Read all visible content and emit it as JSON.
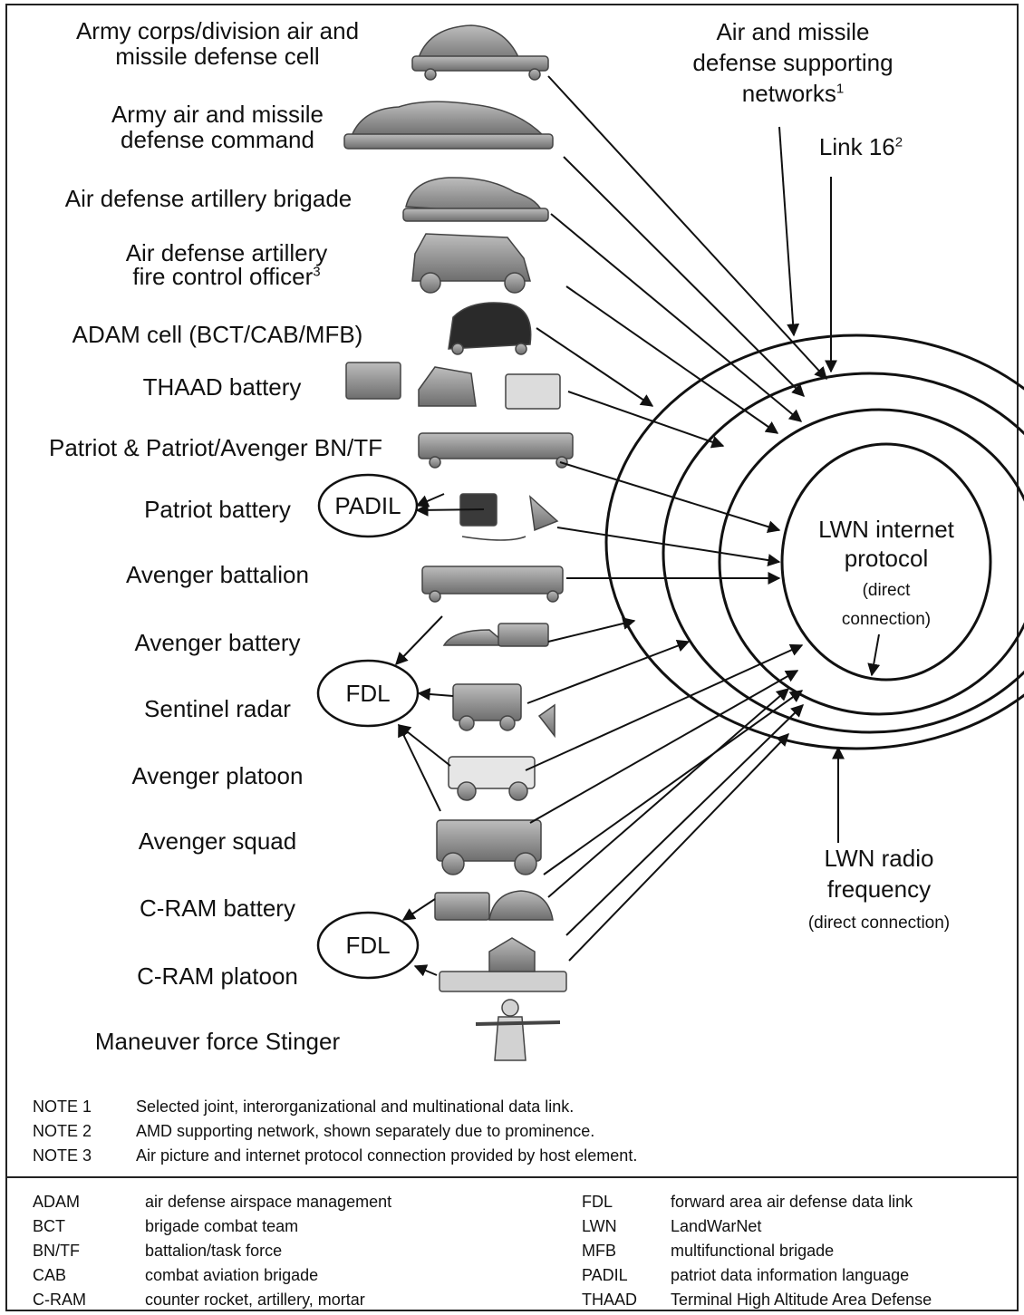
{
  "units": [
    {
      "name": "Army corps/division air and",
      "line2": "missile defense cell"
    },
    {
      "name": "Army air and missile",
      "line2": "defense command"
    },
    {
      "name": "Air defense artillery brigade"
    },
    {
      "name": "Air defense artillery",
      "line2": "fire control officer",
      "sup": "3"
    },
    {
      "name": "ADAM cell (BCT/CAB/MFB)"
    },
    {
      "name": "THAAD battery"
    },
    {
      "name": "Patriot & Patriot/Avenger BN/TF"
    },
    {
      "name": "Patriot battery"
    },
    {
      "name": "Avenger battalion"
    },
    {
      "name": "Avenger battery"
    },
    {
      "name": "Sentinel radar"
    },
    {
      "name": "Avenger platoon"
    },
    {
      "name": "Avenger squad"
    },
    {
      "name": "C-RAM battery"
    },
    {
      "name": "C-RAM platoon"
    },
    {
      "name": "Maneuver force Stinger"
    }
  ],
  "datalinks": {
    "padil": "PADIL",
    "fdl_upper": "FDL",
    "fdl_lower": "FDL"
  },
  "networks": {
    "supporting": {
      "line1": "Air and missile",
      "line2": "defense supporting",
      "line3": "networks",
      "sup": "1"
    },
    "link16": {
      "label": "Link 16",
      "sup": "2"
    },
    "lwn_ip": {
      "line1": "LWN internet",
      "line2": "protocol",
      "line3": "(direct",
      "line4": "connection)"
    },
    "lwn_rf": {
      "line1": "LWN radio",
      "line2": "frequency",
      "line3": "(direct connection)"
    }
  },
  "notes": [
    {
      "key": "NOTE 1",
      "text": "Selected joint, interorganizational and multinational data link."
    },
    {
      "key": "NOTE 2",
      "text": "AMD supporting network, shown separately due to prominence."
    },
    {
      "key": "NOTE 3",
      "text": "Air picture and internet protocol connection provided by host element."
    }
  ],
  "abbreviations_left": [
    {
      "abbr": "ADAM",
      "meaning": "air defense airspace management"
    },
    {
      "abbr": "BCT",
      "meaning": "brigade combat team"
    },
    {
      "abbr": "BN/TF",
      "meaning": "battalion/task force"
    },
    {
      "abbr": "CAB",
      "meaning": "combat aviation brigade"
    },
    {
      "abbr": "C-RAM",
      "meaning": "counter rocket, artillery, mortar"
    }
  ],
  "abbreviations_right": [
    {
      "abbr": "FDL",
      "meaning": "forward area air defense data link"
    },
    {
      "abbr": "LWN",
      "meaning": "LandWarNet"
    },
    {
      "abbr": "MFB",
      "meaning": "multifunctional brigade"
    },
    {
      "abbr": "PADIL",
      "meaning": "patriot data information language"
    },
    {
      "abbr": "THAAD",
      "meaning": "Terminal High Altitude Area Defense"
    }
  ]
}
